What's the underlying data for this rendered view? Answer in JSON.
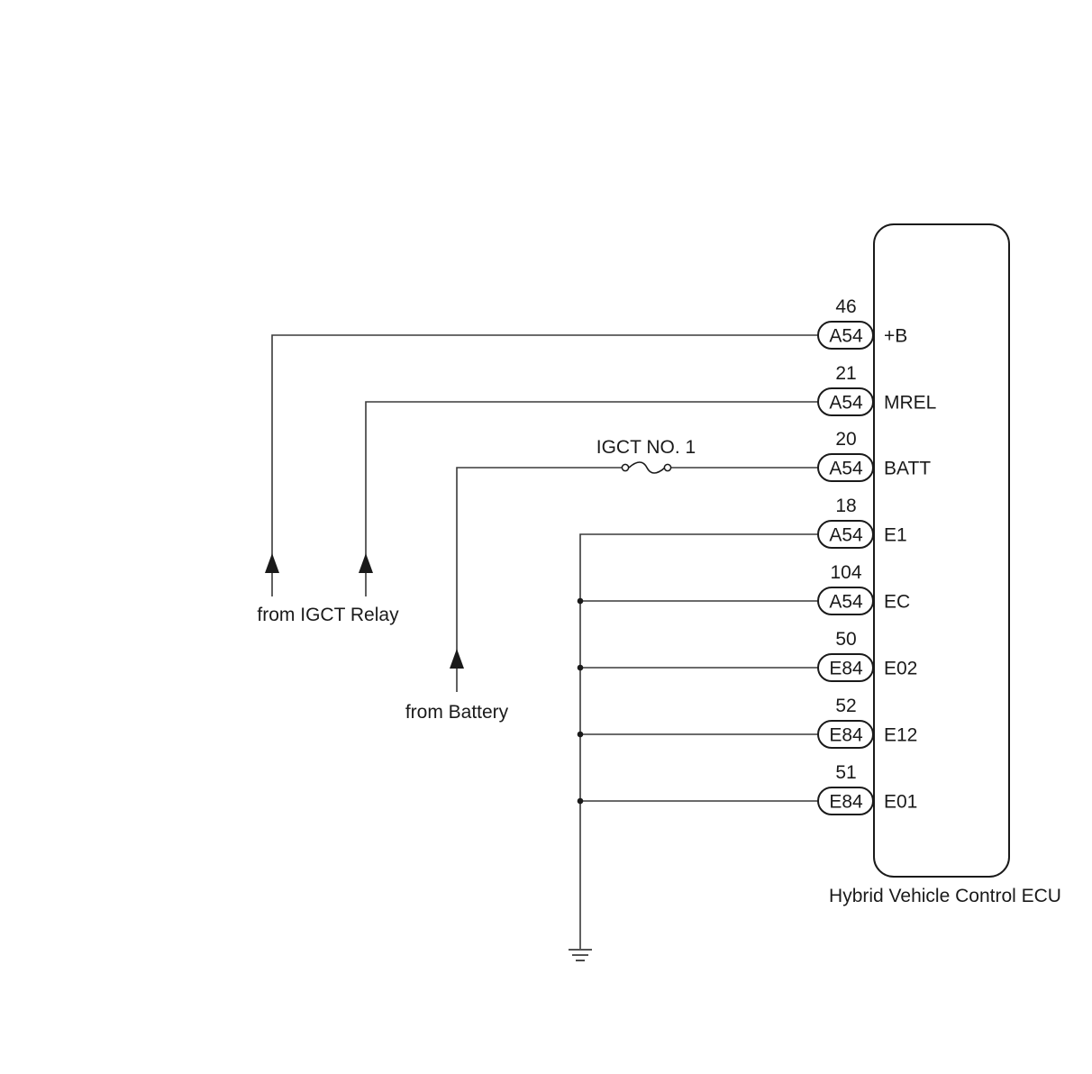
{
  "ecu": {
    "name": "Hybrid Vehicle Control ECU"
  },
  "pins": [
    {
      "connector": "A54",
      "pin": "46",
      "signal": "+B"
    },
    {
      "connector": "A54",
      "pin": "21",
      "signal": "MREL"
    },
    {
      "connector": "A54",
      "pin": "20",
      "signal": "BATT"
    },
    {
      "connector": "A54",
      "pin": "18",
      "signal": "E1"
    },
    {
      "connector": "A54",
      "pin": "104",
      "signal": "EC"
    },
    {
      "connector": "E84",
      "pin": "50",
      "signal": "E02"
    },
    {
      "connector": "E84",
      "pin": "52",
      "signal": "E12"
    },
    {
      "connector": "E84",
      "pin": "51",
      "signal": "E01"
    }
  ],
  "fuse": {
    "label": "IGCT NO. 1"
  },
  "sources": {
    "igct_relay": "from IGCT Relay",
    "battery": "from Battery"
  }
}
